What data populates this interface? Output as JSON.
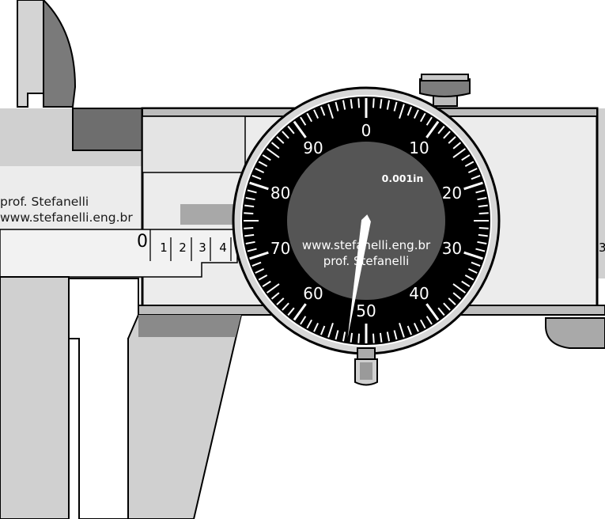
{
  "beam": {
    "author_line1": "prof. Stefanelli",
    "author_line2": "www.stefanelli.eng.br"
  },
  "scale": {
    "zero": "0",
    "ticks": [
      "1",
      "2",
      "3",
      "4"
    ],
    "right_edge_label": "3"
  },
  "dial": {
    "unit": "0.001in",
    "numbers": [
      "0",
      "10",
      "20",
      "30",
      "40",
      "50",
      "60",
      "70",
      "80",
      "90"
    ],
    "website": "www.stefanelli.eng.br",
    "author": "prof. Stefanelli",
    "needle_reading": 52.5,
    "colors": {
      "face": "#000000",
      "inner": "#555555",
      "marks": "#ffffff"
    }
  }
}
